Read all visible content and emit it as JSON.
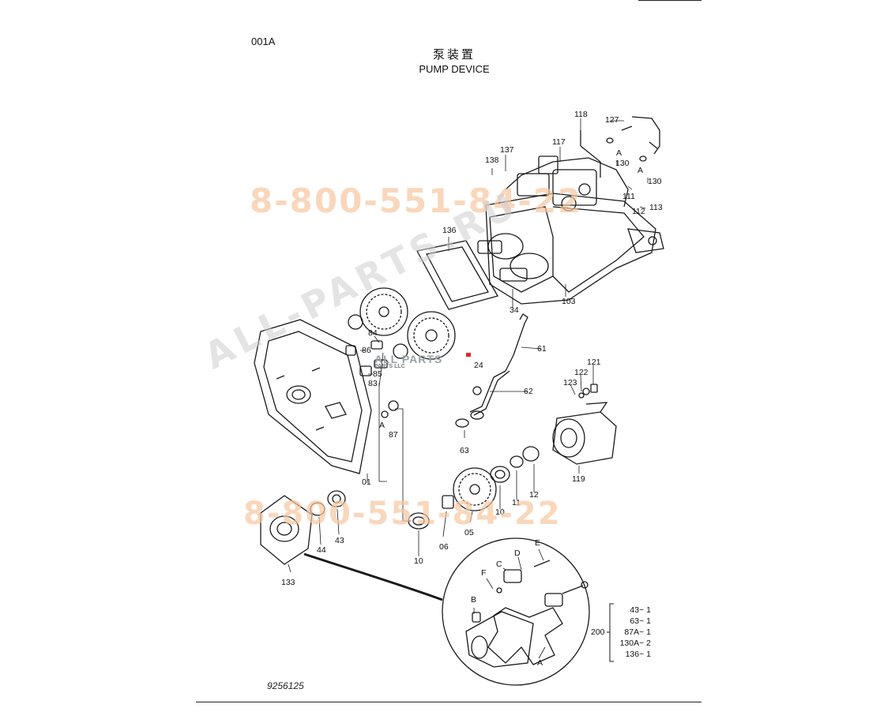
{
  "header": {
    "code": "001A",
    "title_cn": "泵装置",
    "title_en": "PUMP DEVICE"
  },
  "footer": {
    "drawing_number": "9256125"
  },
  "watermarks": {
    "phone_top": "8-800-551-84-22",
    "phone_bottom": "8-800-551-84-22",
    "diagonal": "ALL-PARTS.RU",
    "logo": "ALL PARTS",
    "logo_tag": "PARTS LLC"
  },
  "part_labels": [
    "118",
    "127",
    "117",
    "137",
    "138",
    "130",
    "130",
    "A",
    "A",
    "111",
    "113",
    "112",
    "136",
    "103",
    "34",
    "84",
    "86",
    "85",
    "83",
    "61",
    "24",
    "62",
    "121",
    "122",
    "123",
    "A",
    "87",
    "63",
    "01",
    "119",
    "05",
    "10",
    "11",
    "12",
    "06",
    "10",
    "44",
    "43",
    "133",
    "E",
    "D",
    "C",
    "F",
    "B",
    "A"
  ],
  "kit": {
    "number": "200",
    "items": [
      "43~ 1",
      "63~ 1",
      "87A~ 1",
      "130A~ 2",
      "136~ 1"
    ]
  },
  "colors": {
    "line": "#1a1a1a",
    "watermark_phone": "#f7c7a0",
    "watermark_diag": "#cfcfcf"
  }
}
